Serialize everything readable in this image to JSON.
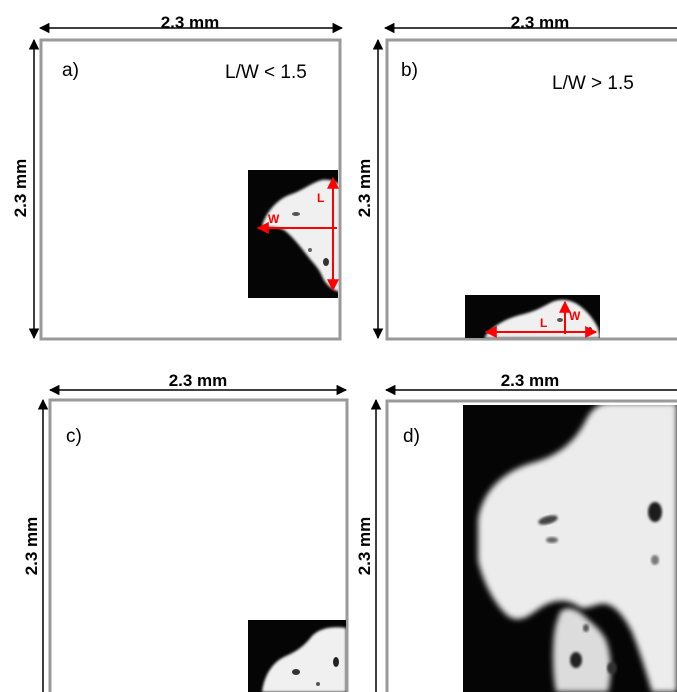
{
  "dimension_label": "2.3 mm",
  "panels": [
    {
      "label": "a)",
      "ratio_text": "L/W < 1.5",
      "marker_L": "L",
      "marker_W": "W"
    },
    {
      "label": "b)",
      "ratio_text": "L/W > 1.5",
      "marker_L": "L",
      "marker_W": "W"
    },
    {
      "label": "c)"
    },
    {
      "label": "d)"
    }
  ],
  "colors": {
    "frame": "#9a9a9a",
    "arrow": "#000000",
    "marker": "#ff0000",
    "tissue": "#f0f0f0",
    "background_dark": "#050505"
  }
}
